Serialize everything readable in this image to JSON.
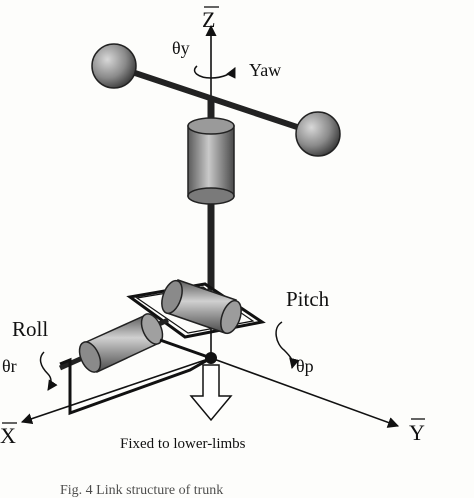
{
  "diagram": {
    "axes": {
      "z": "Z",
      "y": "Y",
      "x": "X"
    },
    "joints": {
      "yaw_angle": "θy",
      "yaw": "Yaw",
      "pitch": "Pitch",
      "pitch_angle": "θp",
      "roll": "Roll",
      "roll_angle": "θr"
    },
    "fixed_label": "Fixed to lower-limbs",
    "caption": "Fig. 4    Link structure of trunk"
  }
}
